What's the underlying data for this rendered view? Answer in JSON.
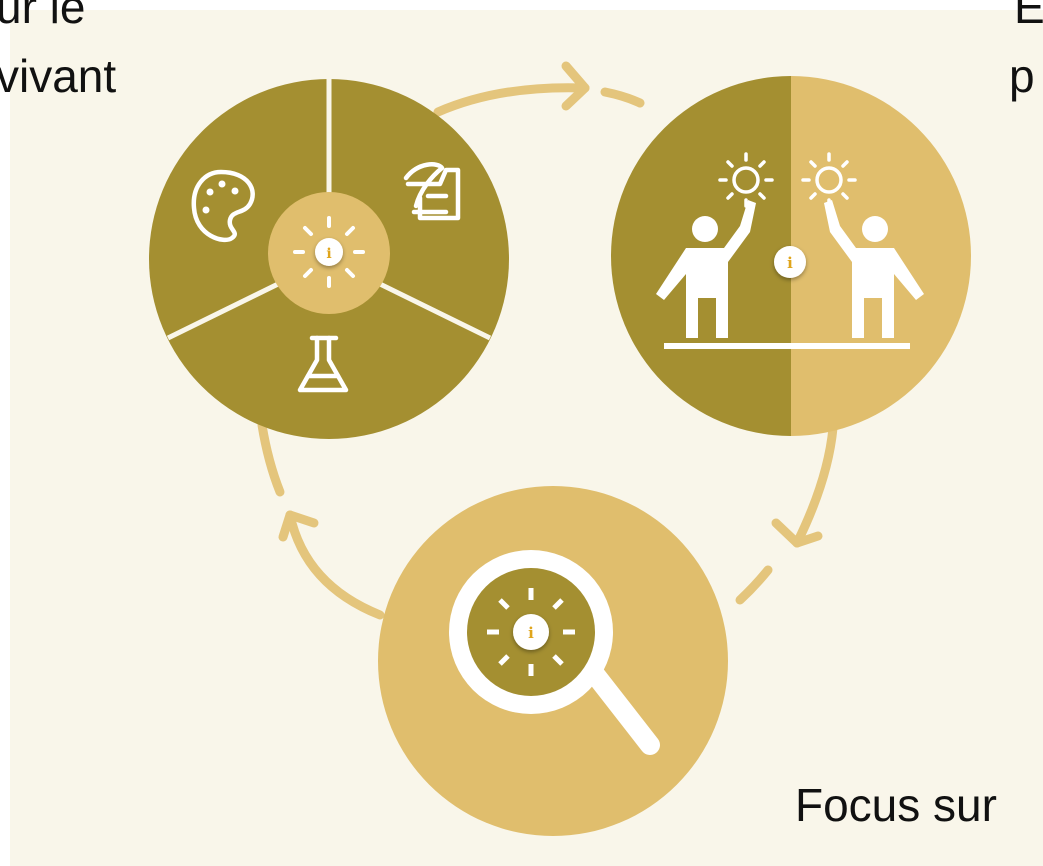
{
  "labels": {
    "top_left_line1": "ur le",
    "top_left_line2": "vivant",
    "top_right_line1": "E",
    "top_right_line2": "p",
    "bottom_right": "Focus sur"
  },
  "info_glyph": "i",
  "colors": {
    "background": "#f9f6ea",
    "olive": "#a48f31",
    "sand": "#e0be6d",
    "arrow": "#e4c57c",
    "white": "#ffffff",
    "text": "#111111"
  },
  "icons": {
    "left_circle": [
      "palette-icon",
      "quill-scroll-icon",
      "flask-icon",
      "lightbulb-info-icon"
    ],
    "right_circle": [
      "person-left-icon",
      "person-right-icon",
      "sun-left-icon",
      "sun-right-icon",
      "info-badge-icon"
    ],
    "bottom_circle": [
      "magnifier-icon",
      "lightbulb-info-icon"
    ]
  }
}
